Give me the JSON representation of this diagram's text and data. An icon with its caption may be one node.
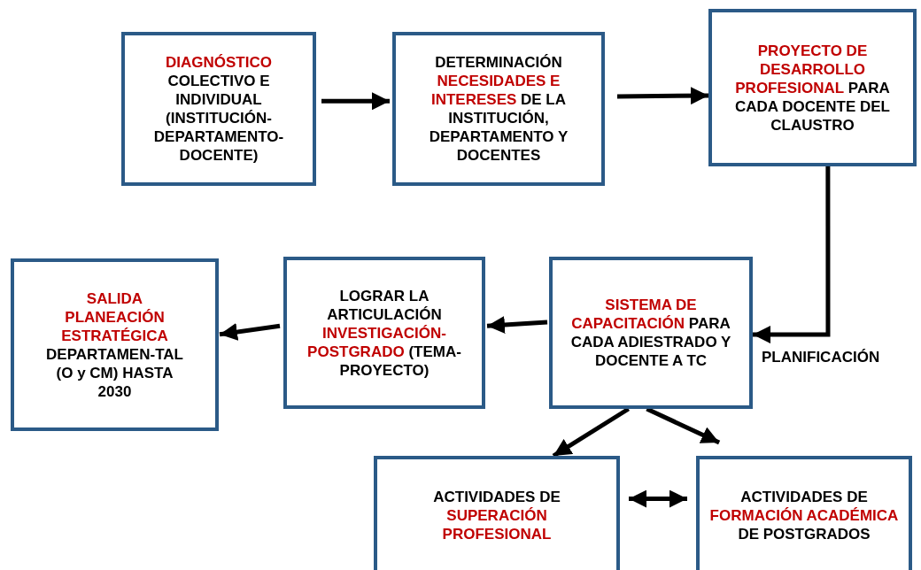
{
  "diagram": {
    "nodes": [
      {
        "text": [
          "**DIAGNÓSTICO** COLECTIVO E INDIVIDUAL (INSTITUCIÓN-DEPARTAMENTO-DOCENTE)"
        ]
      },
      {
        "text": [
          "DETERMINACIÓN **NECESIDADES E INTERESES** DE LA INSTITUCIÓN, DEPARTAMENTO Y DOCENTES"
        ]
      },
      {
        "text": [
          "**PROYECTO DE DESARROLLO PROFESIONAL** PARA CADA DOCENTE DEL CLAUSTRO"
        ]
      },
      {
        "text": [
          "**SALIDA PLANEACIÓN ESTRATÉGICA** DEPARTAMEN-TAL (O y CM) HASTA 2030"
        ]
      },
      {
        "text": [
          "LOGRAR LA ARTICULACIÓN **INVESTIGACIÓN-POSTGRADO** (TEMA-PROYECTO)"
        ]
      },
      {
        "text": [
          "**SISTEMA DE CAPACITACIÓN** PARA CADA ADIESTRADO Y DOCENTE A TC"
        ]
      },
      {
        "text": [
          "ACTIVIDADES DE **SUPERACIÓN PROFESIONAL**"
        ]
      },
      {
        "text": [
          "ACTIVIDADES DE **FORMACIÓN ACADÉMICA** DE POSTGRADOS"
        ]
      }
    ],
    "edges": [
      {
        "from": 0,
        "to": 1,
        "arrow": "to"
      },
      {
        "from": 1,
        "to": 2,
        "arrow": "to"
      },
      {
        "from": 2,
        "to": 5,
        "arrow": "to",
        "label": "PLANIFICACIÓN"
      },
      {
        "from": 5,
        "to": 4,
        "arrow": "to"
      },
      {
        "from": 4,
        "to": 3,
        "arrow": "to"
      },
      {
        "from": 5,
        "to": 6,
        "arrow": "to"
      },
      {
        "from": 5,
        "to": 7,
        "arrow": "to"
      },
      {
        "from": 6,
        "to": 7,
        "arrow": "both"
      }
    ]
  }
}
